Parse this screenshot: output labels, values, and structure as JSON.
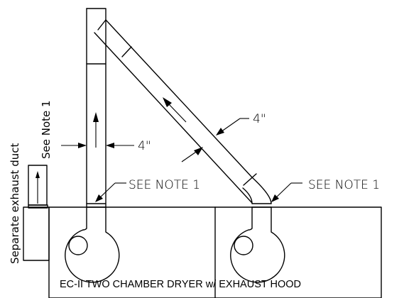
{
  "drawing": {
    "left_note_label": "SEE NOTE 1",
    "right_note_label": "SEE NOTE 1",
    "left_dimension": "4\"",
    "diagonal_dimension": "4\"",
    "side_label_duct": "Separate exhaust duct",
    "side_label_note": "See Note 1",
    "dryer_label": "EC-II TWO CHAMBER DRYER w/ EXHAUST HOOD"
  }
}
